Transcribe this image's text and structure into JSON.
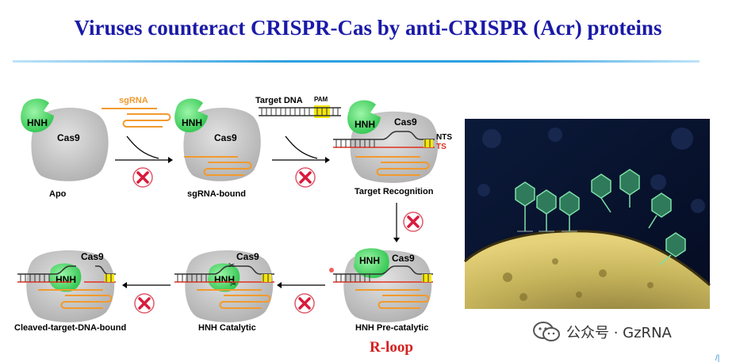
{
  "title": "Viruses counteract CRISPR-Cas by anti-CRISPR (Acr) proteins",
  "labels": {
    "sgrna": "sgRNA",
    "target_dna": "Target DNA",
    "pam": "PAM",
    "hnh": "HNH",
    "cas9": "Cas9",
    "nts": "NTS",
    "ts": "TS"
  },
  "stages": {
    "apo": "Apo",
    "sgrna_bound": "sgRNA-bound",
    "target_recognition": "Target Recognition",
    "hnh_precatalytic": "HNH Pre-catalytic",
    "hnh_catalytic": "HNH Catalytic",
    "cleaved": "Cleaved-target-DNA-bound"
  },
  "rloop": "R-loop",
  "watermark": "公众号 · GzRNA",
  "colors": {
    "title": "#1a1aa8",
    "hnh": "#4cd86a",
    "cas9_body": "#c8c8c8",
    "sgrna": "#f29a2e",
    "ts": "#e03020",
    "pam": "#f5e60a",
    "block": "#d81b3c"
  }
}
